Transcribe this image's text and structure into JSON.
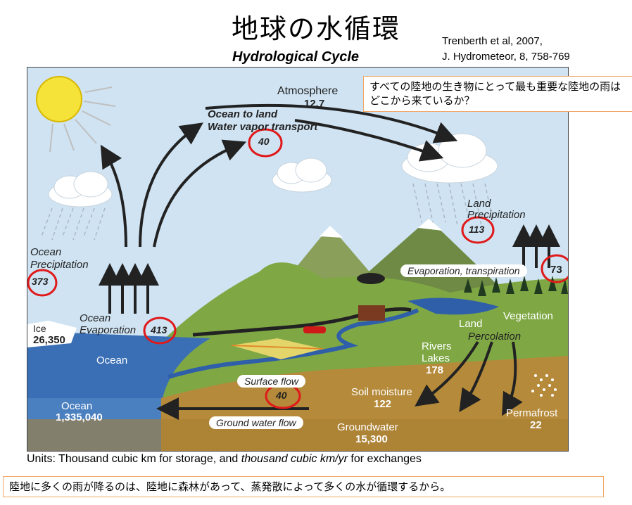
{
  "title": "地球の水循環",
  "subtitle": "Hydrological Cycle",
  "citation": {
    "line1": "Trenberth et al, 2007,",
    "line2": "J. Hydrometeor, 8, 758-769"
  },
  "callout_top": "すべての陸地の生き物にとって最も重要な陸地の雨はどこから来ているか？",
  "callout_bottom": "陸地に多くの雨が降るのは、陸地に森林があって、蒸発散によって多くの水が循環するから。",
  "units_note": {
    "prefix": "Units: Thousand cubic km for storage, and ",
    "italic": "thousand cubic km/yr",
    "suffix": " for exchanges"
  },
  "labels": {
    "atmosphere": "Atmosphere",
    "atmosphere_value": "12.7",
    "transport_line1": "Ocean to land",
    "transport_line2": "Water vapor transport",
    "transport_value": "40",
    "land_precip_line1": "Land",
    "land_precip_line2": "Precipitation",
    "land_precip_value": "113",
    "ocean_precip_line1": "Ocean",
    "ocean_precip_line2": "Precipitation",
    "ocean_precip_value": "373",
    "evap_transp": "Evaporation, transpiration",
    "evap_transp_value": "73",
    "ocean_evap_line1": "Ocean",
    "ocean_evap_line2": "Evaporation",
    "ocean_evap_value": "413",
    "ice": "Ice",
    "ice_value": "26,350",
    "ocean": "Ocean",
    "ocean_storage": "Ocean",
    "ocean_storage_value": "1,335,040",
    "vegetation": "Vegetation",
    "land": "Land",
    "percolation": "Percolation",
    "rivers": "Rivers",
    "lakes": "Lakes",
    "rivers_value": "178",
    "surface_flow": "Surface flow",
    "surface_flow_value": "40",
    "soil_moisture": "Soil moisture",
    "soil_moisture_value": "122",
    "permafrost": "Permafrost",
    "permafrost_value": "22",
    "ground_water_flow": "Ground water flow",
    "groundwater": "Groundwater",
    "groundwater_value": "15,300"
  },
  "colors": {
    "sky": "#cfe3f2",
    "ocean": "#3a6fb5",
    "land": "#7fa845",
    "ground": "#b58a3a",
    "highlight": "#e0191a"
  }
}
